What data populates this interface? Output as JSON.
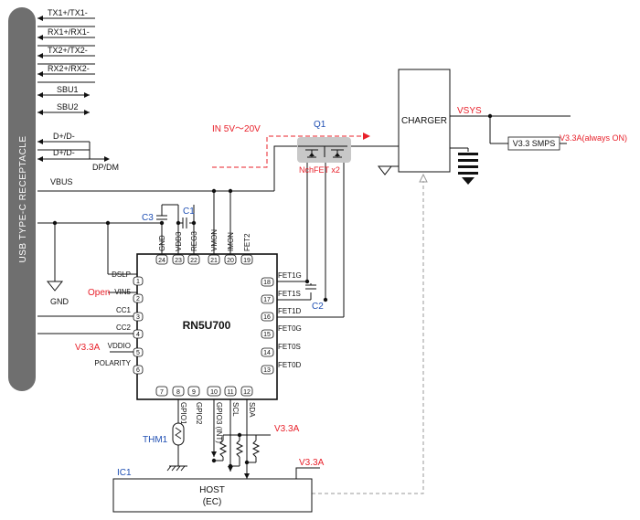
{
  "connector": {
    "label": "USB TYPE-C RECEPTACLE",
    "signals": [
      "TX1+/TX1-",
      "RX1+/RX1-",
      "TX2+/TX2-",
      "RX2+/RX2-",
      "SBU1",
      "SBU2",
      "D+/D-",
      "D+/D-"
    ],
    "dp_dm": "DP/DM",
    "vbus": "VBUS"
  },
  "chip": {
    "name": "RN5U700",
    "top_pins": [
      {
        "num": "24",
        "name": "GND"
      },
      {
        "num": "23",
        "name": "VDD3"
      },
      {
        "num": "22",
        "name": "REG3"
      },
      {
        "num": "21",
        "name": "VMON"
      },
      {
        "num": "20",
        "name": "IMON"
      },
      {
        "num": "19",
        "name": "FET2"
      }
    ],
    "left_pins": [
      {
        "num": "1",
        "name": "DSLP"
      },
      {
        "num": "2",
        "name": "VIN5"
      },
      {
        "num": "3",
        "name": "CC1"
      },
      {
        "num": "4",
        "name": "CC2"
      },
      {
        "num": "5",
        "name": "VDDIO"
      },
      {
        "num": "6",
        "name": "POLARITY"
      }
    ],
    "right_pins": [
      {
        "num": "18",
        "name": "FET1G"
      },
      {
        "num": "17",
        "name": "FET1S"
      },
      {
        "num": "16",
        "name": "FET1D"
      },
      {
        "num": "15",
        "name": "FET0G"
      },
      {
        "num": "14",
        "name": "FET0S"
      },
      {
        "num": "13",
        "name": "FET0D"
      }
    ],
    "bottom_pins": [
      {
        "num": "7",
        "name": ""
      },
      {
        "num": "8",
        "name": "GPIO1"
      },
      {
        "num": "9",
        "name": "GPIO2"
      },
      {
        "num": "10",
        "name": "GPIO3 (INT)"
      },
      {
        "num": "11",
        "name": "SCL"
      },
      {
        "num": "12",
        "name": "SDA"
      }
    ]
  },
  "labels": {
    "gnd": "GND",
    "open": "Open",
    "vddio_v": "V3.3A",
    "c1": "C1",
    "c2": "C2",
    "c3": "C3",
    "q1": "Q1",
    "in_range": "IN 5V～20V",
    "nchfet": "NchFET x2",
    "charger": "CHARGER",
    "vsys": "VSYS",
    "smps": "V3.3 SMPS",
    "always_on": "V3.3A(always ON)",
    "thm": "THM1",
    "pull_v": "V3.3A",
    "host_v": "V3.3A",
    "ic1": "IC1",
    "host": "HOST",
    "ec": "(EC)"
  },
  "colors": {
    "red": "#e8202a",
    "blue": "#1f4fb3",
    "connector_fill": "#6f6f6f",
    "fet_highlight": "#c8c8c8"
  }
}
